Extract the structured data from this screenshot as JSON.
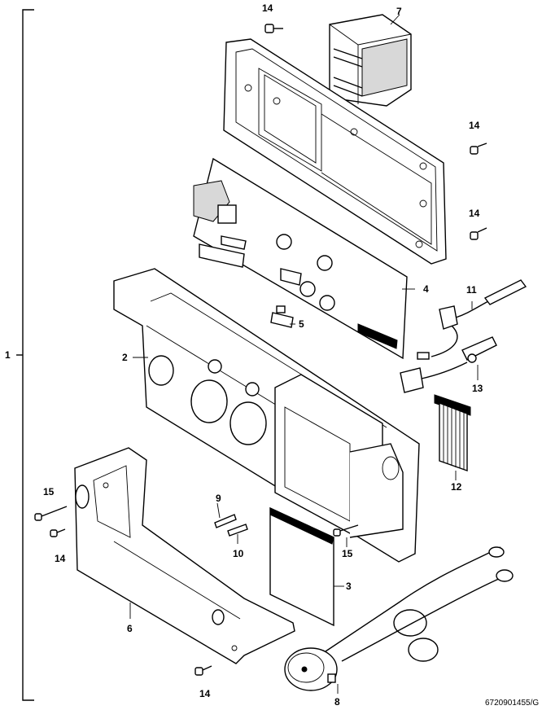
{
  "diagram": {
    "reference_code": "6720901455/G",
    "group_label": "1",
    "callouts": [
      {
        "id": "14a",
        "text": "14"
      },
      {
        "id": "7",
        "text": "7"
      },
      {
        "id": "14b",
        "text": "14"
      },
      {
        "id": "14c",
        "text": "14"
      },
      {
        "id": "4",
        "text": "4"
      },
      {
        "id": "11",
        "text": "11"
      },
      {
        "id": "5",
        "text": "5"
      },
      {
        "id": "2",
        "text": "2"
      },
      {
        "id": "13",
        "text": "13"
      },
      {
        "id": "12",
        "text": "12"
      },
      {
        "id": "15a",
        "text": "15"
      },
      {
        "id": "14d",
        "text": "14"
      },
      {
        "id": "9",
        "text": "9"
      },
      {
        "id": "10",
        "text": "10"
      },
      {
        "id": "15b",
        "text": "15"
      },
      {
        "id": "3",
        "text": "3"
      },
      {
        "id": "6",
        "text": "6"
      },
      {
        "id": "14e",
        "text": "14"
      },
      {
        "id": "8",
        "text": "8"
      }
    ]
  }
}
